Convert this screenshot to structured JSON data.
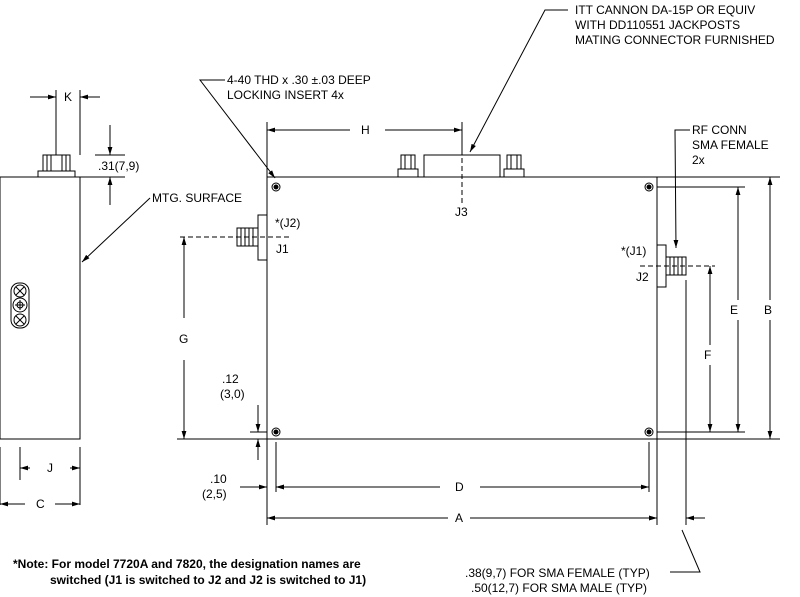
{
  "callouts": {
    "connector": [
      "ITT CANNON DA-15P OR EQUIV",
      "WITH DD110551 JACKPOSTS",
      "MATING CONNECTOR FURNISHED"
    ],
    "insert": [
      "4-40 THD x .30 ±.03 DEEP",
      "LOCKING INSERT 4x"
    ],
    "rf_conn": [
      "RF CONN",
      "SMA FEMALE",
      "2x"
    ],
    "mtg_surface": "MTG. SURFACE",
    "sma_offsets": [
      ".38(9,7) FOR SMA FEMALE (TYP)",
      ".50(12,7) FOR SMA MALE (TYP)"
    ]
  },
  "dimensions": {
    "K": "K",
    "J": "J",
    "C": "C",
    "H": "H",
    "G": "G",
    "D": "D",
    "A": "A",
    "E": "E",
    "F": "F",
    "B": "B",
    "connector_height": ".31(7,9)",
    "hole_inset_v": [
      ".12",
      "(3,0)"
    ],
    "hole_inset_h": [
      ".10",
      "(2,5)"
    ]
  },
  "labels": {
    "J3": "J3",
    "J1_left": "*(J2)",
    "J1_left_name": "J1",
    "J2_right": "*(J1)",
    "J2_right_name": "J2"
  },
  "note": [
    "*Note: For model 7720A and 7820, the designation names are",
    "switched (J1 is switched to J2 and J2 is switched to J1)"
  ]
}
